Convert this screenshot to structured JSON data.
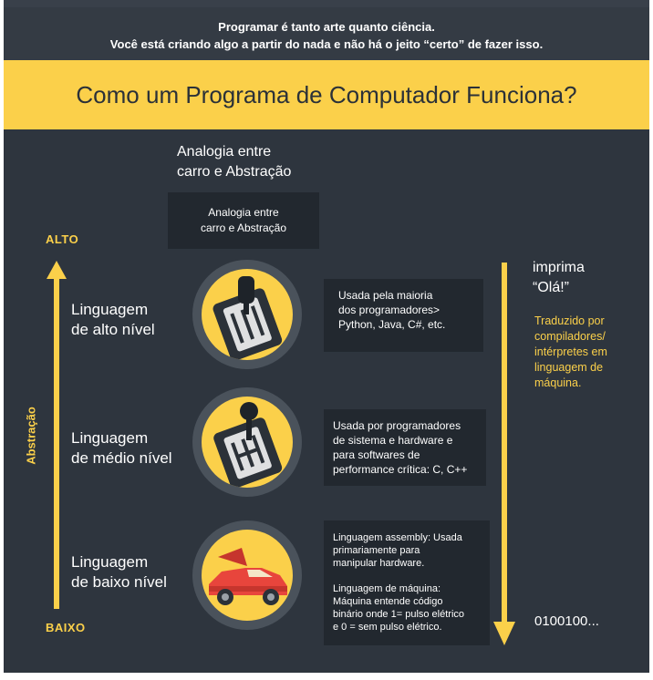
{
  "intro": {
    "line1": "Programar é tanto arte quanto ciência.",
    "line2": "Você está criando algo a partir do nada e não há o jeito “certo” de fazer isso."
  },
  "title": "Como um Programa de Computador Funciona?",
  "analogy": {
    "heading_line1": "Analogia entre",
    "heading_line2": "carro e Abstração",
    "box_line1": "Analogia entre",
    "box_line2": "carro e Abstração"
  },
  "axis": {
    "high": "ALTO",
    "low": "BAIXO",
    "label": "Abstração"
  },
  "levels": [
    {
      "line1": "Linguagem",
      "line2": "de alto nível",
      "icon": "automatic-gear-shifter-icon",
      "info": [
        "Usada pela maioria",
        "dos programadores>",
        "Python, Java, C#, etc."
      ]
    },
    {
      "line1": "Linguagem",
      "line2": "de médio nível",
      "icon": "manual-gear-shifter-icon",
      "info": [
        "Usada por programadores",
        "de sistema e hardware e",
        "para softwares de",
        "performance crítica: C, C++"
      ]
    },
    {
      "line1": "Linguagem",
      "line2": "de baixo nível",
      "icon": "car-open-hood-icon",
      "info_a": [
        "Linguagem assembly: Usada",
        "primariamente para",
        "manipular hardware."
      ],
      "info_b": [
        "Linguagem de máquina:",
        "Máquina entende código",
        "binário onde 1= pulso elétrico",
        "e 0 = sem pulso elétrico."
      ]
    }
  ],
  "right": {
    "title_line1": "imprima",
    "title_line2": "“Olá!”",
    "note": [
      "Traduzido por",
      "compiladores/",
      "intérpretes em",
      "linguagem de",
      "máquina."
    ],
    "binary": "0100100..."
  },
  "colors": {
    "accent_yellow": "#fbd04a",
    "background_dark": "#2e353e",
    "box_dark": "#22282f",
    "car_red": "#e8453c"
  }
}
